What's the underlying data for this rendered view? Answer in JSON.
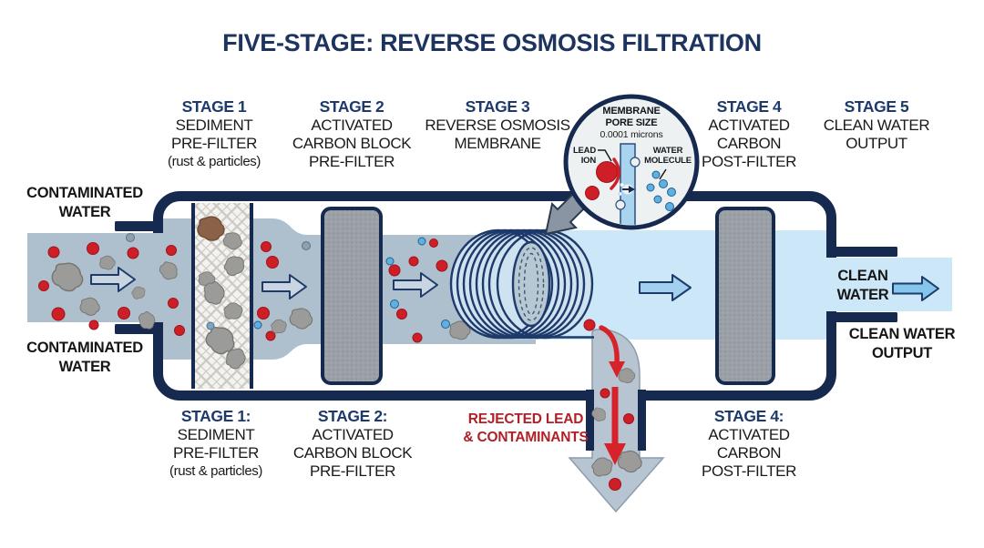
{
  "title": "FIVE-STAGE: REVERSE OSMOSIS FILTRATION",
  "colors": {
    "navy": "#16294f",
    "heading_navy": "#1d3a6b",
    "title_navy": "#1d355e",
    "contaminated_water": "#aebfce",
    "clean_water": "#cbe7f8",
    "drain_gray": "#b7c4d1",
    "carbon_gray": "#9aa0a6",
    "contaminant_red": "#ce1f27",
    "rejected_text_red": "#b02027",
    "membrane_blue": "#a9d4ef",
    "inset_bg": "#eef1f1"
  },
  "stages_top": [
    {
      "stage": "STAGE 1",
      "lines": [
        "SEDIMENT",
        "PRE-FILTER"
      ],
      "note": "(rust & particles)"
    },
    {
      "stage": "STAGE 2",
      "lines": [
        "ACTIVATED",
        "CARBON BLOCK",
        "PRE-FILTER"
      ]
    },
    {
      "stage": "STAGE 3",
      "lines": [
        "REVERSE OSMOSIS",
        "MEMBRANE"
      ]
    },
    {
      "stage": "STAGE 4",
      "lines": [
        "ACTIVATED",
        "CARBON",
        "POST-FILTER"
      ]
    },
    {
      "stage": "STAGE 5",
      "lines": [
        "CLEAN WATER",
        "OUTPUT"
      ]
    }
  ],
  "stages_bottom": [
    {
      "stage": "STAGE 1:",
      "lines": [
        "SEDIMENT",
        "PRE-FILTER"
      ],
      "note": "(rust & particles)"
    },
    {
      "stage": "STAGE 2:",
      "lines": [
        "ACTIVATED",
        "CARBON BLOCK",
        "PRE-FILTER"
      ]
    },
    {
      "stage": "STAGE 4:",
      "lines": [
        "ACTIVATED",
        "CARBON",
        "POST-FILTER"
      ]
    }
  ],
  "side_labels": {
    "contaminated_top": [
      "CONTAMINATED",
      "WATER"
    ],
    "contaminated_bottom": [
      "CONTAMINATED",
      "WATER"
    ],
    "clean_water_pipe": [
      "CLEAN",
      "WATER"
    ],
    "clean_water_output": [
      "CLEAN WATER",
      "OUTPUT"
    ]
  },
  "rejected_label": [
    "REJECTED LEAD",
    "& CONTAMINANTS"
  ],
  "inset": {
    "title": [
      "MEMBRANE",
      "PORE SIZE"
    ],
    "pore_size": "0.0001 microns",
    "lead_ion": [
      "LEAD",
      "ION"
    ],
    "water_molecule": [
      "WATER",
      "MOLECULE"
    ]
  }
}
